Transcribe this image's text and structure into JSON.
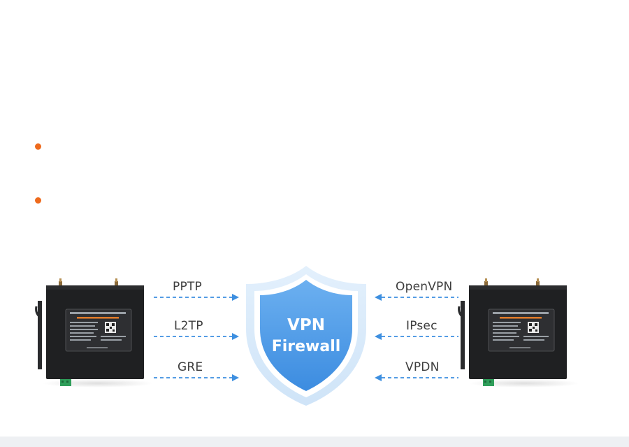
{
  "palette": {
    "accent_orange": "#ee6a1c",
    "arrow_blue": "#3d8fe0",
    "shield_blue": "#4a9ae8",
    "label_text": "#3d3d3d",
    "device_body": "#1f2022"
  },
  "bullets": [
    {
      "icon": "bullet-dot"
    },
    {
      "icon": "bullet-dot"
    }
  ],
  "shield": {
    "icon": "shield-icon",
    "line1": "VPN",
    "line2": "Firewall"
  },
  "left_protocols": [
    "PPTP",
    "L2TP",
    "GRE"
  ],
  "right_protocols": [
    "OpenVPN",
    "IPsec",
    "VPDN"
  ],
  "devices": {
    "left_icon": "router-device-icon",
    "right_icon": "router-device-icon"
  }
}
